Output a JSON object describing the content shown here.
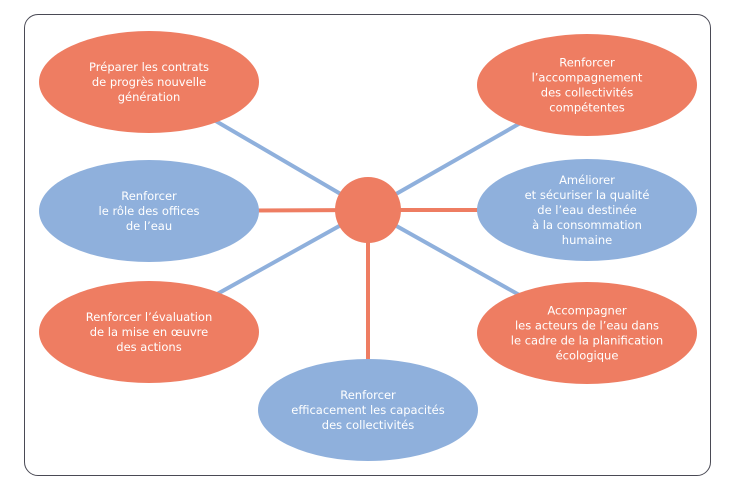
{
  "colors": {
    "orange": "#EE7D62",
    "blue": "#8FB0DC",
    "frame": "#4a4a55"
  },
  "nodes": [
    {
      "id": "preparer-contrats",
      "color": "orange",
      "link": "blue",
      "lines": [
        "Préparer les contrats",
        "de progrès nouvelle",
        "génération"
      ]
    },
    {
      "id": "role-offices",
      "color": "blue",
      "link": "orange",
      "lines": [
        "Renforcer",
        "le rôle des offices",
        "de l’eau"
      ]
    },
    {
      "id": "evaluation",
      "color": "orange",
      "link": "blue",
      "lines": [
        "Renforcer l’évaluation",
        "de la mise en œuvre",
        "des actions"
      ]
    },
    {
      "id": "capacites",
      "color": "blue",
      "link": "orange",
      "lines": [
        "Renforcer",
        "efficacement les capacités",
        "des collectivités"
      ]
    },
    {
      "id": "accompagnement",
      "color": "orange",
      "link": "blue",
      "lines": [
        "Renforcer",
        "l’accompagnement",
        "des collectivités",
        "compétentes"
      ]
    },
    {
      "id": "qualite-eau",
      "color": "blue",
      "link": "orange",
      "lines": [
        "Améliorer",
        "et sécuriser la qualité",
        "de l’eau destinée",
        "à la consommation",
        "humaine"
      ]
    },
    {
      "id": "planification",
      "color": "orange",
      "link": "blue",
      "lines": [
        "Accompagner",
        "les acteurs de l’eau dans",
        "le cadre de la planification",
        "écologique"
      ]
    }
  ]
}
